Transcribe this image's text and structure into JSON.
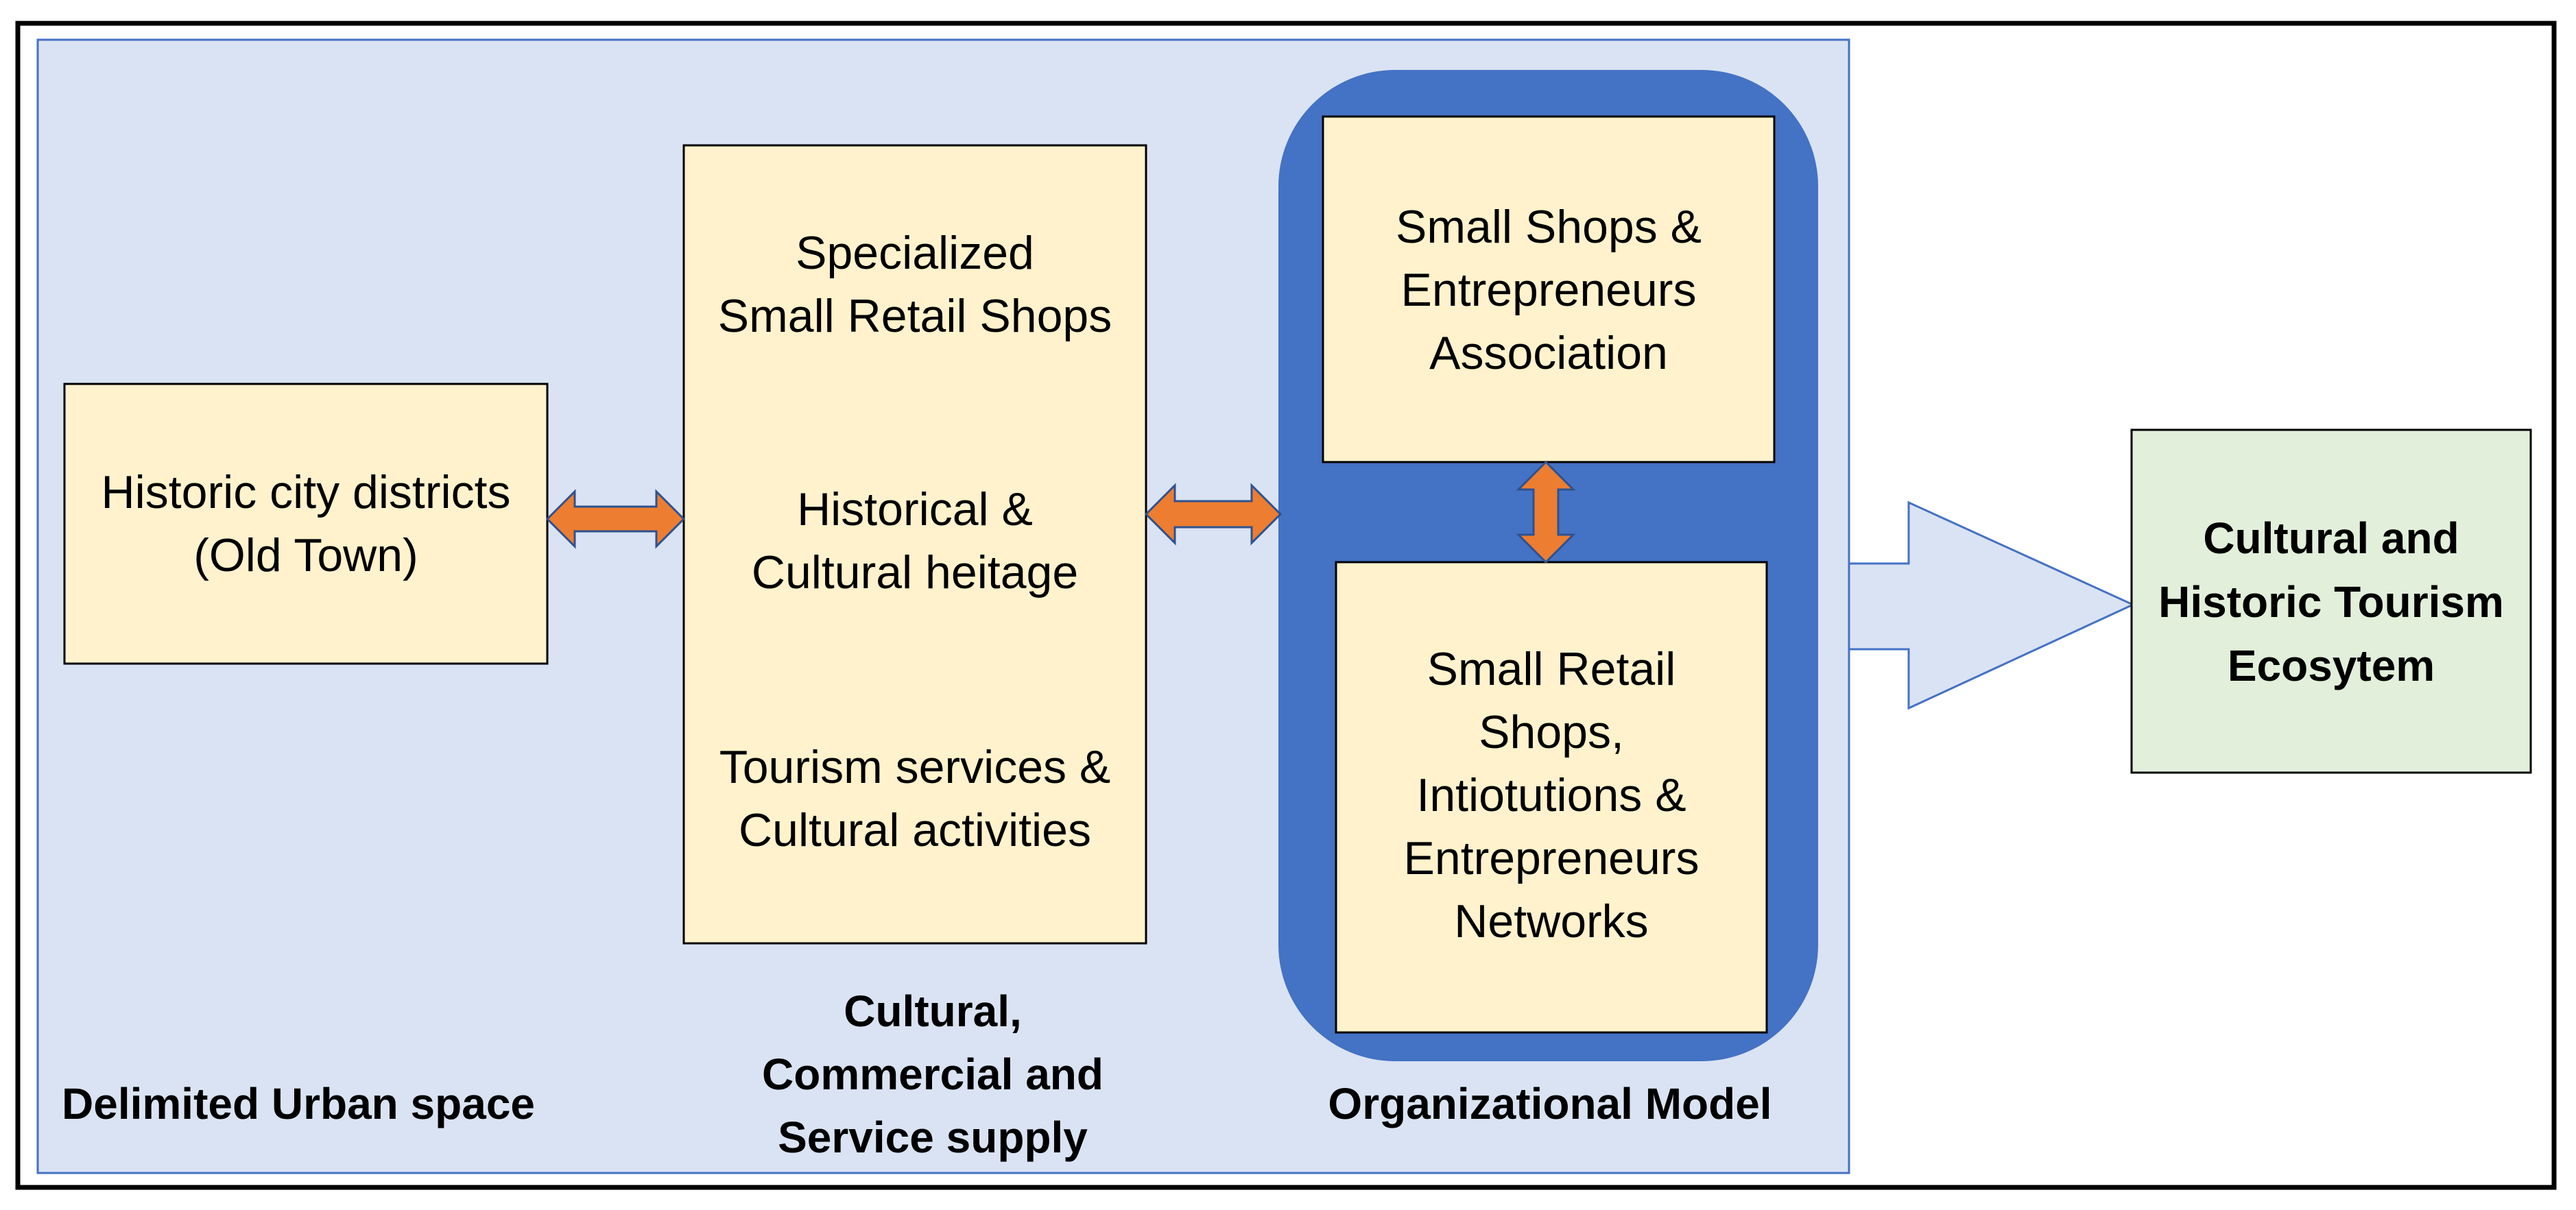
{
  "colors": {
    "frame_border": "#000000",
    "region_fill": "#dae3f3",
    "region_border": "#4472c4",
    "box_fill": "#fff2cc",
    "box_border": "#000000",
    "org_fill": "#4472c4",
    "connector_fill": "#ed7d31",
    "target_fill": "#e2efda",
    "flow_arrow_fill": "#dae3f3",
    "flow_arrow_border": "#4472c4"
  },
  "nodes": {
    "historic_districts": "Historic city districts\n(Old Town)",
    "retail_shops": "Specialized\nSmall Retail Shops",
    "heritage": "Historical &\nCultural heitage",
    "tourism_services": "Tourism services &\nCultural activities",
    "association": "Small Shops &\nEntrepreneurs\nAssociation",
    "networks": "Small Retail\nShops,\nIntiotutions &\nEntrepreneurs\nNetworks",
    "ecosystem": "Cultural and\nHistoric Tourism\nEcosytem"
  },
  "captions": {
    "urban_space": "Delimited Urban space",
    "supply": "Cultural,\nCommercial and\nService supply",
    "org_model": "Organizational Model"
  },
  "edges": [
    {
      "from": "historic_districts",
      "to": "supply_group",
      "type": "bidirectional"
    },
    {
      "from": "supply_group",
      "to": "organizational_model",
      "type": "bidirectional"
    },
    {
      "from": "association",
      "to": "networks",
      "type": "bidirectional"
    },
    {
      "from": "organizational_model",
      "to": "ecosystem",
      "type": "directed"
    }
  ]
}
